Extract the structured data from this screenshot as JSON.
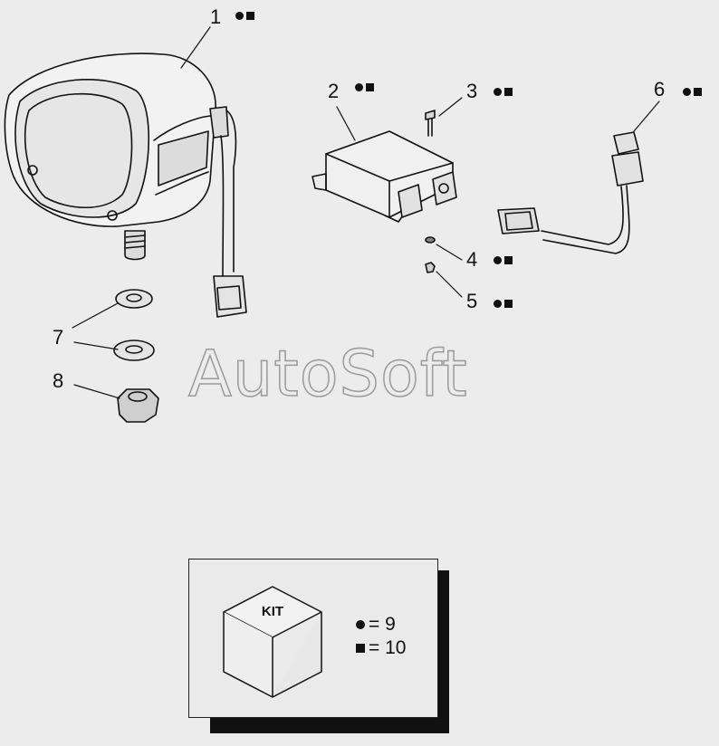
{
  "watermark": "AutoSoft",
  "callouts": [
    {
      "label": "1"
    },
    {
      "label": "2"
    },
    {
      "label": "3"
    },
    {
      "label": "4"
    },
    {
      "label": "5"
    },
    {
      "label": "6"
    },
    {
      "label": "7"
    },
    {
      "label": "8"
    }
  ],
  "kit": {
    "box_label": "KIT",
    "legend_dot": "= 9",
    "legend_square": "= 10"
  },
  "colors": {
    "background": "#ececec",
    "line": "#111111"
  }
}
